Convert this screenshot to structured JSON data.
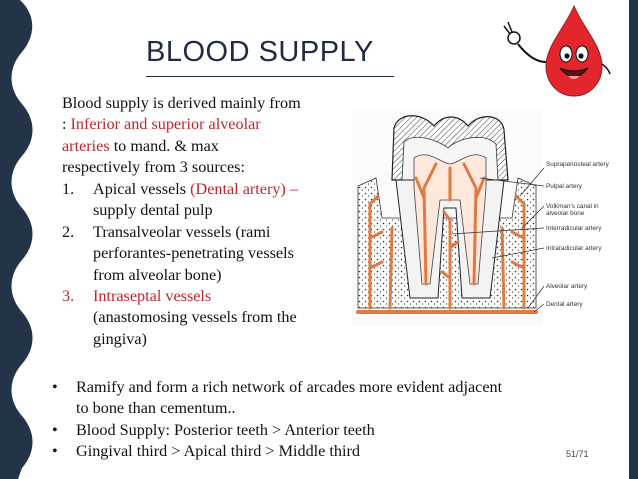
{
  "slide": {
    "title": "BLOOD SUPPLY",
    "intro": {
      "line1": "Blood supply is derived mainly from",
      "line2_prefix": ": ",
      "line2_red": "Inferior and superior alveolar",
      "line3_red": "arteries",
      "line3_rest": " to mand. & max",
      "line4": "respectively from 3 sources:"
    },
    "numbered": [
      {
        "num": "1.",
        "text": "Apical vessels ",
        "red": "(Dental artery) –",
        "cont": "supply dental pulp"
      },
      {
        "num": "2.",
        "text": "Transalveolar vessels  (rami",
        "cont1": "perforantes-penetrating vessels",
        "cont2": "from alveolar bone)"
      },
      {
        "num": "3.",
        "red": "Intraseptal vessels",
        "cont1": "(anastomosing vessels from the",
        "cont2": "gingiva)"
      }
    ],
    "bullets": [
      {
        "line1": "Ramify and form a rich network of arcades more evident adjacent",
        "line2": "to bone than cementum.."
      },
      {
        "line1": "Blood Supply: Posterior teeth > Anterior teeth"
      },
      {
        "line1": "Gingival third  > Apical third > Middle third"
      }
    ],
    "page_number": "51/71"
  },
  "diagram": {
    "labels": [
      "Supraperiosteal artery",
      "Pulpal artery",
      "Volkman's canal in alveolar bone",
      "Interradicular artery",
      "Intraradicular artery",
      "Alveolar artery",
      "Dental artery"
    ]
  },
  "colors": {
    "title": "#1f2a44",
    "accent_red": "#c0262c",
    "edge_navy": "#233448",
    "vessel": "#e07a45"
  },
  "icons": {
    "mascot": "blood-drop-mascot-icon"
  }
}
